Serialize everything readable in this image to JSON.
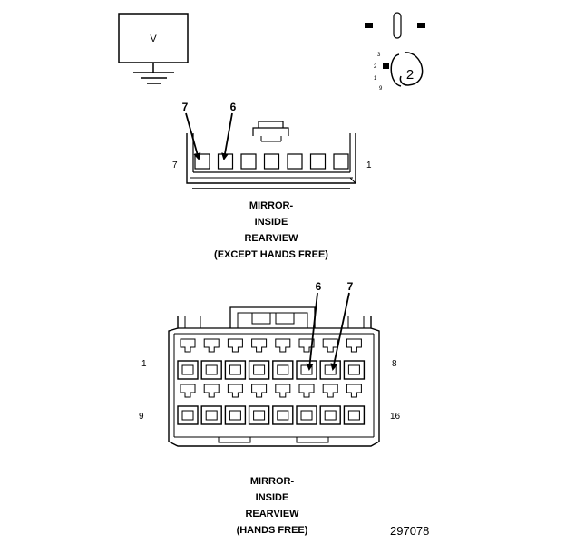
{
  "voltmeter": {
    "label": "V"
  },
  "probe": {
    "number": "2",
    "pins": [
      "3",
      "2",
      "1",
      "9"
    ]
  },
  "connector_small": {
    "left_pin": "7",
    "right_pin": "1",
    "arrows": [
      "7",
      "6"
    ],
    "caption": [
      "MIRROR-",
      "INSIDE",
      "REARVIEW",
      "(EXCEPT HANDS FREE)"
    ]
  },
  "connector_large": {
    "top_left_pin": "1",
    "top_right_pin": "8",
    "bottom_left_pin": "9",
    "bottom_right_pin": "16",
    "arrows": [
      "6",
      "7"
    ],
    "caption": [
      "MIRROR-",
      "INSIDE",
      "REARVIEW",
      "(HANDS FREE)"
    ]
  },
  "figure_id": "297078"
}
